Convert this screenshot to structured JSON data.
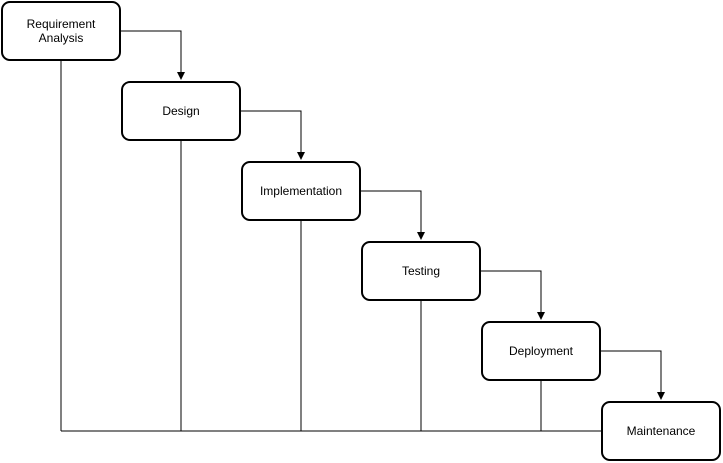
{
  "diagram": {
    "stages": [
      {
        "label": "Requirement\nAnalysis"
      },
      {
        "label": "Design"
      },
      {
        "label": "Implementation"
      },
      {
        "label": "Testing"
      },
      {
        "label": "Deployment"
      },
      {
        "label": "Maintenance"
      }
    ]
  }
}
